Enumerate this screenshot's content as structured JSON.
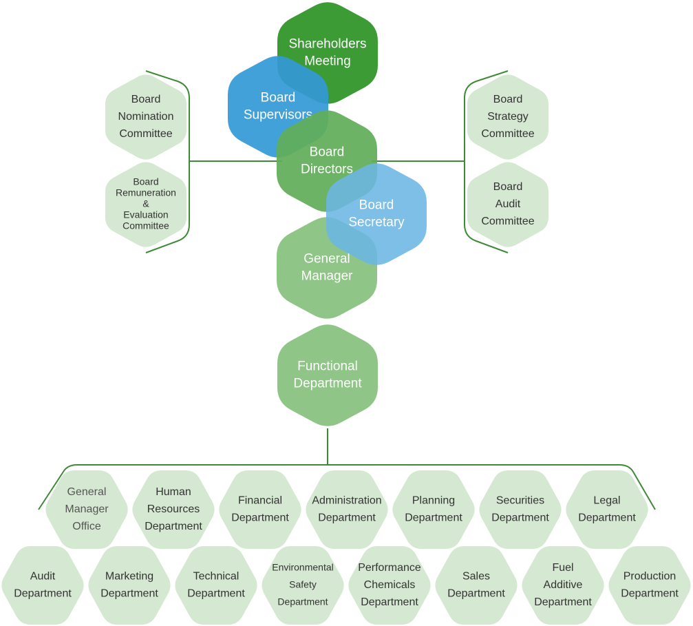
{
  "colors": {
    "dark_green": "#3d9b35",
    "mid_green": "#62ad59",
    "light_green": "#8fc586",
    "pale_green": "#d5e8d2",
    "blue": "#3399d6",
    "light_blue": "#6cb6e4",
    "line": "#3d8a36"
  },
  "core": {
    "shareholders": [
      "Shareholders",
      "Meeting"
    ],
    "supervisors": [
      "Board",
      "Supervisors"
    ],
    "directors": [
      "Board",
      "Directors"
    ],
    "secretary": [
      "Board",
      "Secretary"
    ],
    "general_manager": [
      "General",
      "Manager"
    ],
    "functional": [
      "Functional",
      "Department"
    ]
  },
  "committees": {
    "left": [
      [
        "Board",
        "Nomination",
        "Committee"
      ],
      [
        "Board",
        "Remuneration",
        "&",
        "Evaluation",
        "Committee"
      ]
    ],
    "right": [
      [
        "Board",
        "Strategy",
        "Committee"
      ],
      [
        "Board",
        "Audit",
        "Committee"
      ]
    ]
  },
  "departments": {
    "row1": [
      [
        "General",
        "Manager",
        "Office"
      ],
      [
        "Human",
        "Resources",
        "Department"
      ],
      [
        "Financial",
        "Department"
      ],
      [
        "Administration",
        "Department"
      ],
      [
        "Planning",
        "Department"
      ],
      [
        "Securities",
        "Department"
      ],
      [
        "Legal",
        "Department"
      ]
    ],
    "row2": [
      [
        "Audit",
        "Department"
      ],
      [
        "Marketing",
        "Department"
      ],
      [
        "Technical",
        "Department"
      ],
      [
        "Environmental",
        "Safety",
        "Department"
      ],
      [
        "Performance",
        "Chemicals",
        "Department"
      ],
      [
        "Sales",
        "Department"
      ],
      [
        "Fuel",
        "Additive",
        "Department"
      ],
      [
        "Production",
        "Department"
      ]
    ]
  }
}
